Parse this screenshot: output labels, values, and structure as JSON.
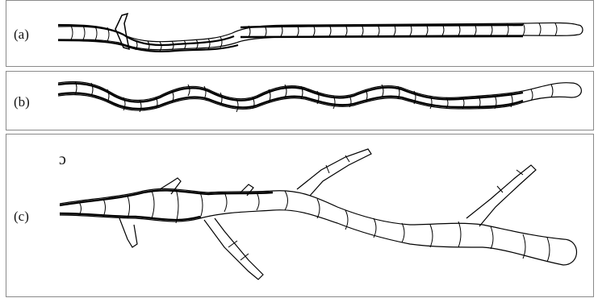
{
  "panels": [
    {
      "id": "a",
      "label": "(a)"
    },
    {
      "id": "b",
      "label": "(b)"
    },
    {
      "id": "c",
      "label": "(c)"
    }
  ],
  "stray_mark": "ɔ"
}
